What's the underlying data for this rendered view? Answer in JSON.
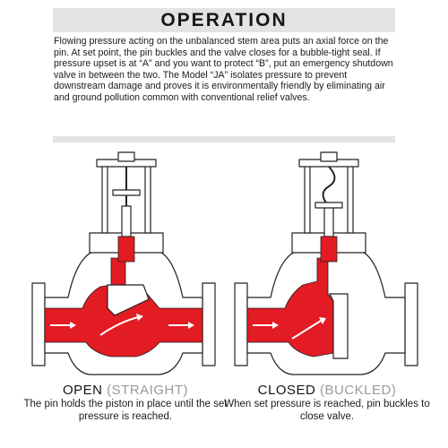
{
  "header": {
    "title": "OPERATION"
  },
  "description": "Flowing pressure acting on the unbalanced stem area puts an axial force on the pin. At set point, the pin buckles and the valve closes for a bubble-tight seal. If pressure upset is at “A” and you want to protect “B”, put an emergency shutdown valve in between the two.  The Model “JA” isolates pressure to prevent downstream damage and proves it is environmentally friendly by eliminating air and ground pollution common with conventional relief valves.",
  "open": {
    "title": "OPEN",
    "state": "(STRAIGHT)",
    "caption": "The pin holds the piston in place until the set pressure is reached."
  },
  "closed": {
    "title": "CLOSED",
    "state": "(BUCKLED)",
    "caption": "When set pressure is reached, pin buckles to close valve."
  },
  "colors": {
    "pressure": "#e31b23",
    "body": "#ffffff",
    "outline": "#222222",
    "header_bg": "#e3e3e3",
    "caption_state": "#9a9a9a"
  }
}
